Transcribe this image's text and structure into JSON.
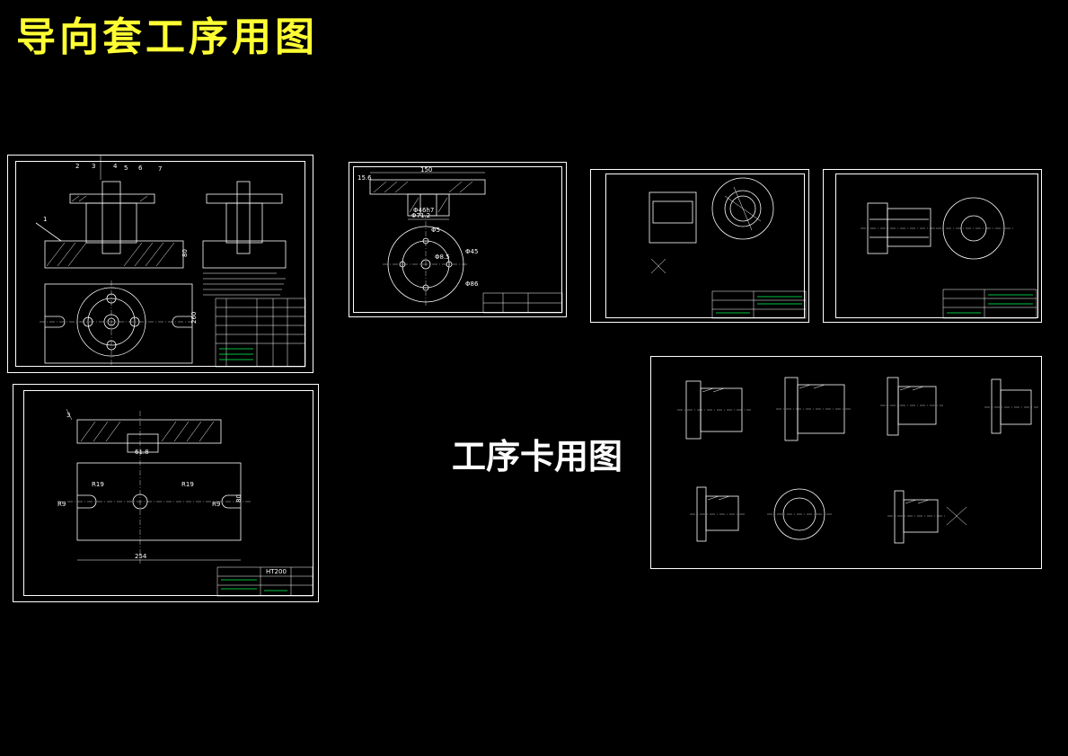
{
  "page": {
    "title": "导向套工序用图",
    "subtitle": "工序卡用图"
  },
  "fixture": {
    "part_numbers": [
      "2",
      "3",
      "4",
      "5",
      "6",
      "7"
    ],
    "label_one": "1",
    "dim_height": "80",
    "dim_width": "260"
  },
  "plate": {
    "dim_a": "3",
    "dim_h": "61.8",
    "dim_r1": "R19",
    "dim_r2": "R19",
    "dim_r3": "R9",
    "dim_r4": "R9",
    "dim_len": "254",
    "dim_side": "80",
    "material": "HT200"
  },
  "flange": {
    "dim_top": "150",
    "dim_left": "15.6",
    "dim_d1": "Φ46h7",
    "dim_d2": "Φ71.2",
    "dim_c1": "Φ5",
    "dim_c2": "Φ45",
    "dim_c3": "Φ86",
    "dim_c4": "Φ8.5"
  }
}
